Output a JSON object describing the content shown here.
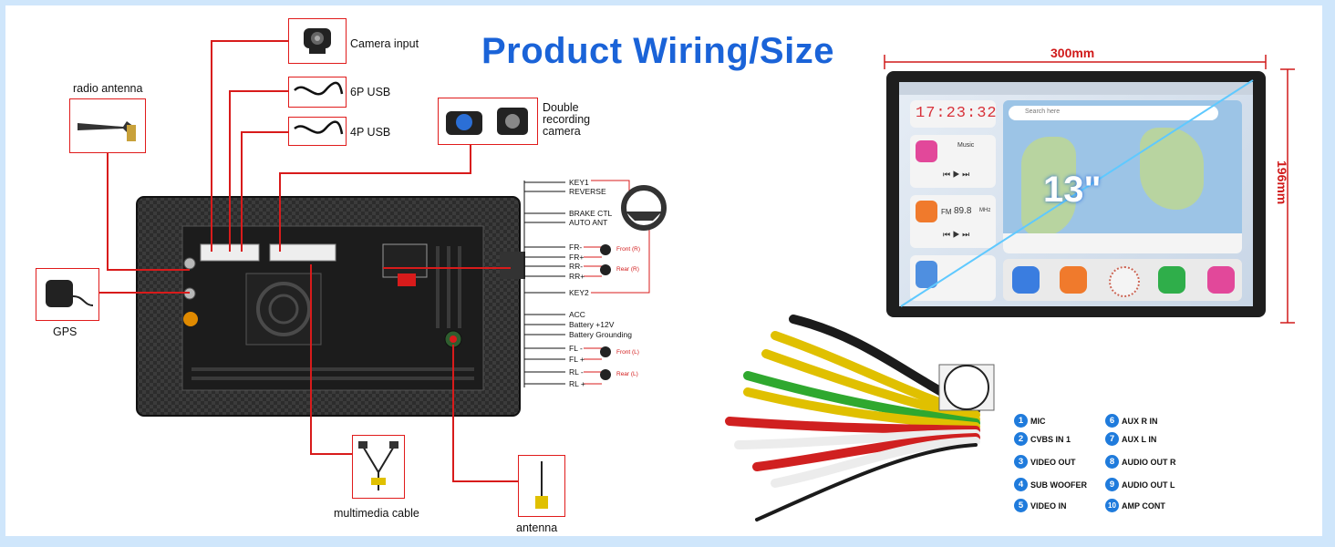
{
  "title": "Product Wiring/Size",
  "components": {
    "camera_input": "Camera input",
    "usb_6p": "6P USB",
    "usb_4p": "4P USB",
    "double_recording_camera": "Double recording camera",
    "radio_antenna": "radio antenna",
    "gps": "GPS",
    "multimedia_cable": "multimedia cable",
    "antenna": "antenna"
  },
  "wiring_labels": [
    "KEY1",
    "REVERSE",
    "BRAKE CTL",
    "AUTO ANT",
    "FR-",
    "FR+",
    "RR-",
    "RR+",
    "KEY2",
    "ACC",
    "Battery +12V",
    "Battery Grounding",
    "FL -",
    "FL +",
    "RL -",
    "RL +"
  ],
  "speaker_labels": {
    "front_r": "Front (R)",
    "rear_r": "Rear (R)",
    "front_l": "Front (L)",
    "rear_l": "Rear (L)"
  },
  "dimensions": {
    "width": "300mm",
    "height": "196mm",
    "screen_size": "13\""
  },
  "screen": {
    "clock": "17:23:32",
    "search_placeholder": "Search here",
    "music_label": "Music",
    "radio_band": "FM",
    "radio_freq": "89.8",
    "radio_unit": "MHz"
  },
  "legend": [
    {
      "n": "1",
      "label": "MIC"
    },
    {
      "n": "2",
      "label": "CVBS IN 1"
    },
    {
      "n": "3",
      "label": "VIDEO OUT"
    },
    {
      "n": "4",
      "label": "SUB WOOFER"
    },
    {
      "n": "5",
      "label": "VIDEO IN"
    },
    {
      "n": "6",
      "label": "AUX R IN"
    },
    {
      "n": "7",
      "label": "AUX L IN"
    },
    {
      "n": "8",
      "label": "AUDIO OUT R"
    },
    {
      "n": "9",
      "label": "AUDIO OUT L"
    },
    {
      "n": "10",
      "label": "AMP CONT"
    }
  ],
  "colors": {
    "title": "#1a63d8",
    "wire": "#d81b1b",
    "badge": "#1f7bdc",
    "background": "#cfe6fb"
  }
}
